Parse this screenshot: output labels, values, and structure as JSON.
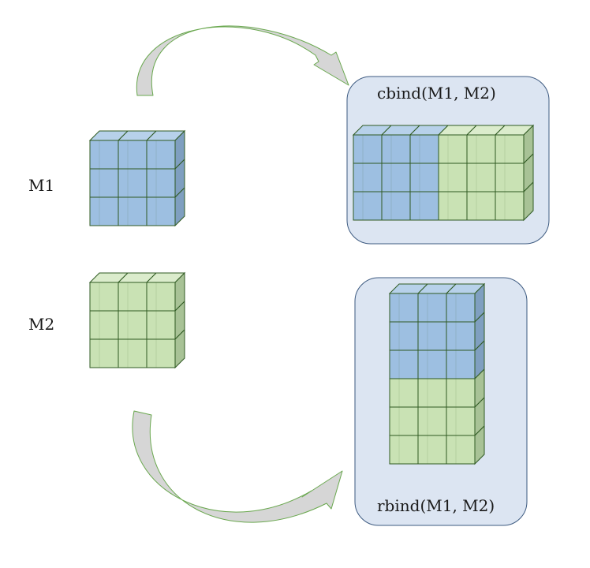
{
  "labels": {
    "m1": "M1",
    "m2": "M2",
    "cbind": "cbind(M1, M2)",
    "rbind": "rbind(M1, M2)"
  },
  "matrices": {
    "m1": {
      "rows": 3,
      "cols": 3,
      "color": "blue"
    },
    "m2": {
      "rows": 3,
      "cols": 3,
      "color": "green"
    },
    "cbind": {
      "rows": 3,
      "cols": 6,
      "left": "blue",
      "right": "green"
    },
    "rbind": {
      "rows": 6,
      "cols": 3,
      "top": "blue",
      "bottom": "green"
    }
  },
  "colors": {
    "blue_front": "#9dbfe1",
    "blue_top": "#b7d1ea",
    "blue_side": "#7f9fc0",
    "green_front": "#c9e2b4",
    "green_top": "#dbeccc",
    "green_side": "#a8c296",
    "edge": "#2f5a22",
    "panel_fill": "#dce5f2",
    "panel_stroke": "#3d5a80",
    "arrow_fill": "#c8c8c8",
    "arrow_stroke": "#6aa84f"
  }
}
